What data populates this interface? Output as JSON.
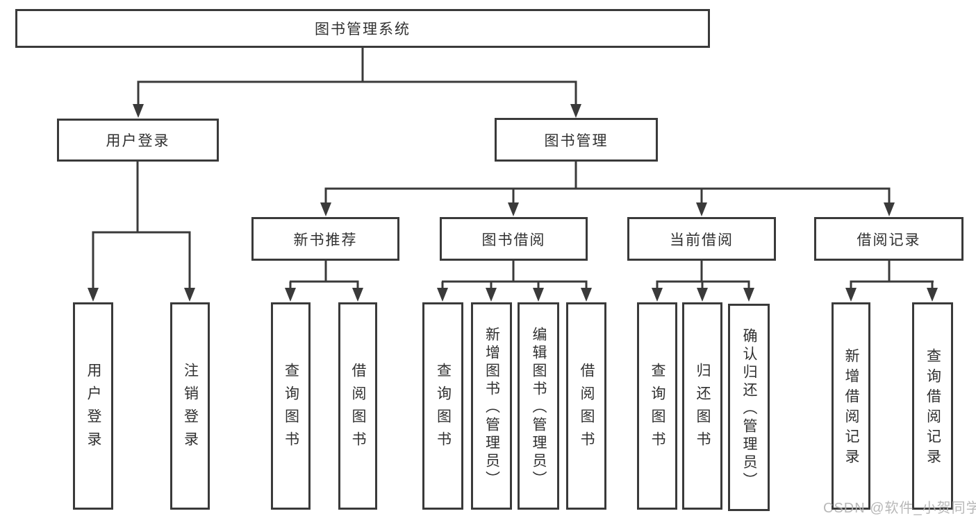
{
  "colors": {
    "background": "#ffffff",
    "line": "#3a3a3a",
    "text": "#303030",
    "watermark": "#b3b3b3"
  },
  "tree": {
    "root": {
      "label": "图书管理系统"
    },
    "branches": [
      {
        "label": "用户登录",
        "children": [
          "用户登录",
          "注销登录"
        ]
      },
      {
        "label": "图书管理",
        "groups": [
          {
            "label": "新书推荐",
            "children": [
              "查询图书",
              "借阅图书"
            ]
          },
          {
            "label": "图书借阅",
            "children": [
              "查询图书",
              "新增图书（管理员）",
              "编辑图书（管理员）",
              "借阅图书"
            ]
          },
          {
            "label": "当前借阅",
            "children": [
              "查询图书",
              "归还图书",
              "确认归还（管理员）"
            ]
          },
          {
            "label": "借阅记录",
            "children": [
              "新增借阅记录",
              "查询借阅记录"
            ]
          }
        ]
      }
    ]
  },
  "watermark": {
    "text": "CSDN @软件_小贺同学"
  }
}
